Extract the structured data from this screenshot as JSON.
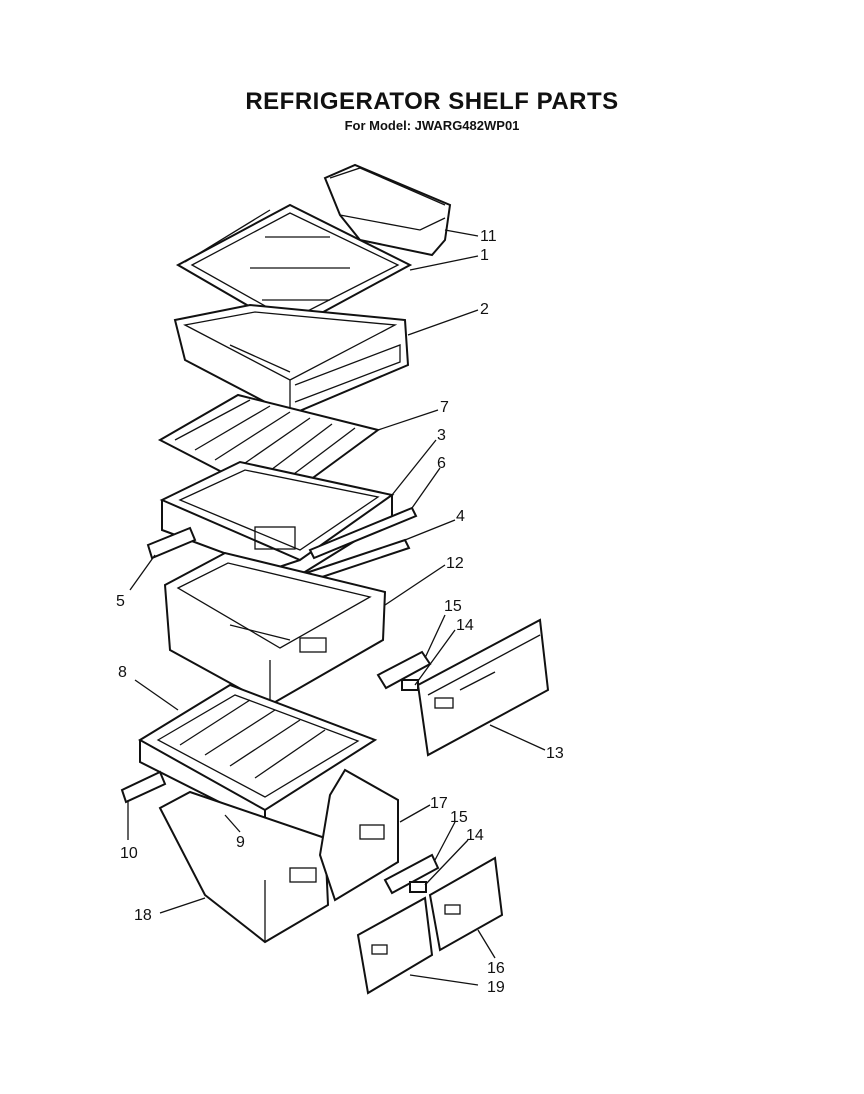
{
  "header": {
    "title": "REFRIGERATOR SHELF PARTS",
    "subtitle": "For Model: JWARG482WP01"
  },
  "callouts": {
    "c1": "1",
    "c2": "2",
    "c3": "3",
    "c4": "4",
    "c5": "5",
    "c6": "6",
    "c7": "7",
    "c8": "8",
    "c9": "9",
    "c10": "10",
    "c11": "11",
    "c12": "12",
    "c13": "13",
    "c14a": "14",
    "c14b": "14",
    "c15a": "15",
    "c15b": "15",
    "c16": "16",
    "c17": "17",
    "c18": "18",
    "c19": "19"
  }
}
